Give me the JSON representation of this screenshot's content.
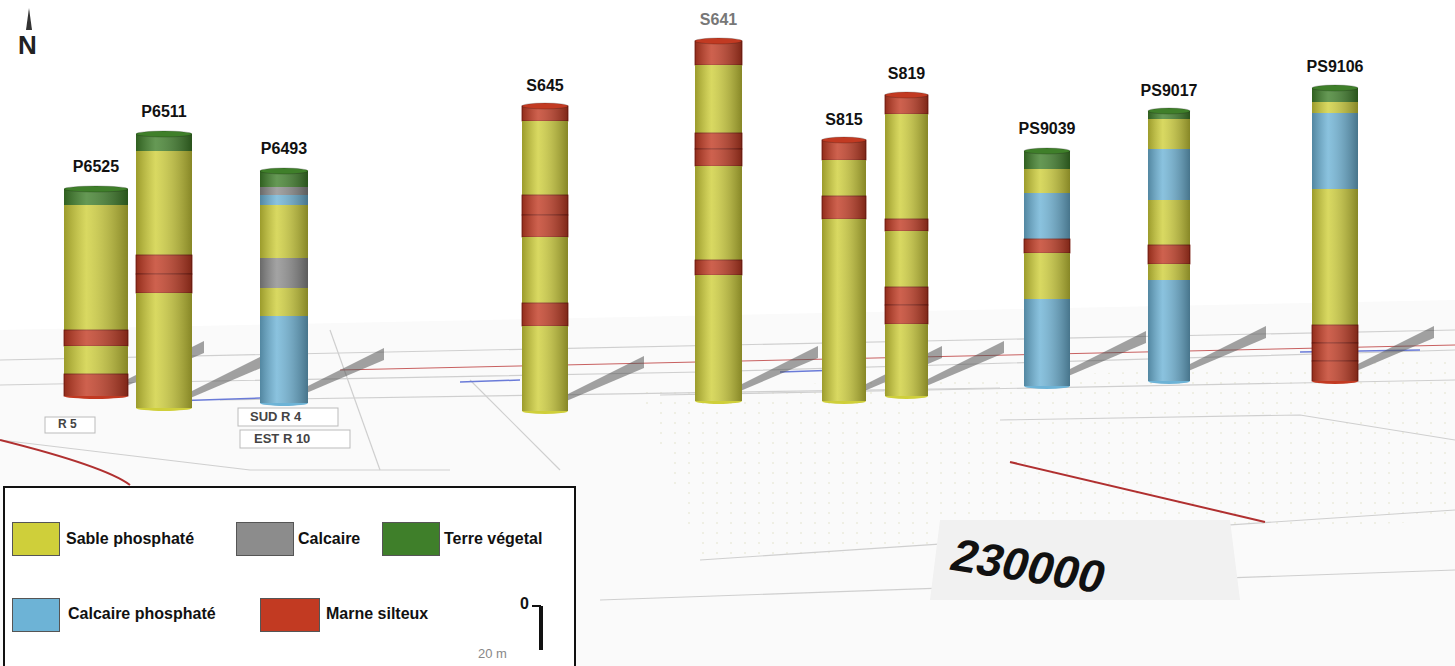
{
  "diagram": {
    "nodes": [
      {
        "text": [
          "P6525"
        ]
      },
      {
        "text": [
          "P6511"
        ]
      },
      {
        "text": [
          "P6493"
        ]
      },
      {
        "text": [
          "S645"
        ]
      },
      {
        "text": [
          "S641"
        ]
      },
      {
        "text": [
          "S815"
        ]
      },
      {
        "text": [
          "S819"
        ]
      },
      {
        "text": [
          "PS9039"
        ]
      },
      {
        "text": [
          "PS9017"
        ]
      },
      {
        "text": [
          "PS9106"
        ]
      }
    ],
    "edges": [],
    "labels": [
      "N",
      "R 5",
      "SUD R 4",
      "EST R 10",
      "230000",
      "0",
      "20 m"
    ],
    "legend": [
      {
        "text": "Sable phosphaté",
        "color": "#cfcf3a"
      },
      {
        "text": "Calcaire",
        "color": "#8c8c8c"
      },
      {
        "text": "Terre végetal",
        "color": "#3f7f2a"
      },
      {
        "text": "Calcaire phosphaté",
        "color": "#6db3d6"
      },
      {
        "text": "Marne silteux",
        "color": "#c23a22"
      }
    ]
  }
}
